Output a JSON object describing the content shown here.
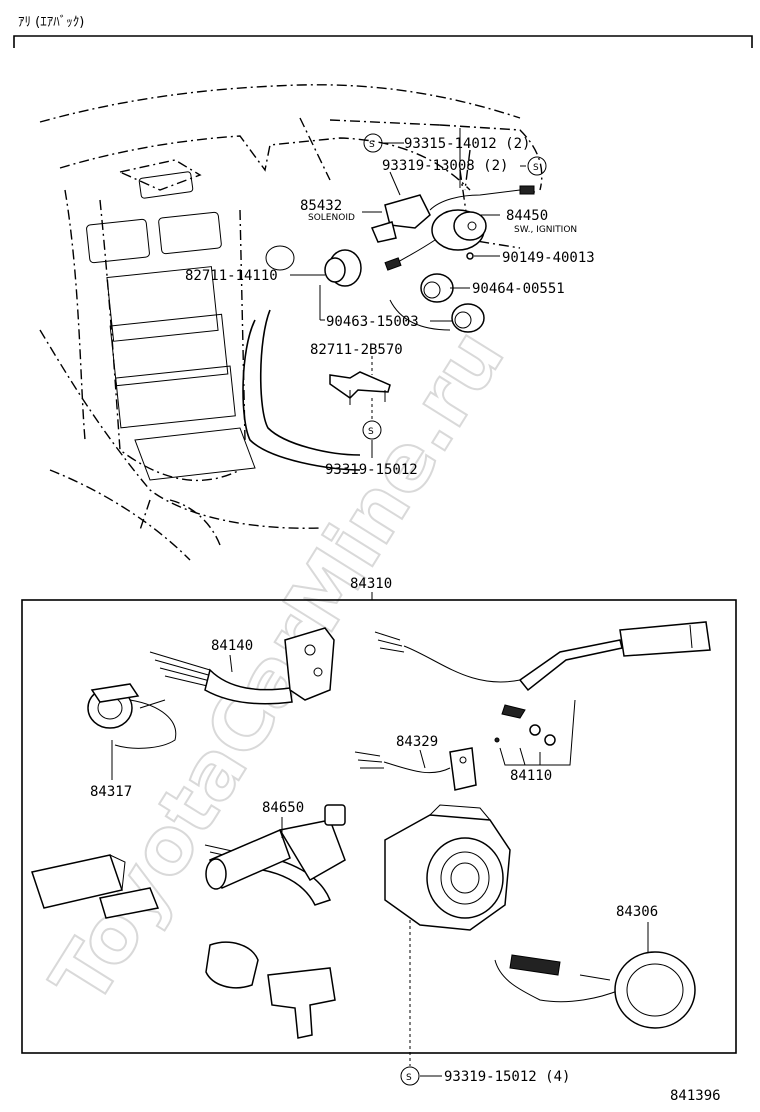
{
  "header": {
    "title": "ｱﾘ (ｴｱﾊﾞｯｸ)"
  },
  "watermark": "ToyotaCarMine.ru",
  "callouts": {
    "p93315": "93315-14012 (2)",
    "p93319a": "93319-13008 (2)",
    "p85432": "85432",
    "solenoid": "SOLENOID",
    "p84450": "84450",
    "sw_ignition": "SW., IGNITION",
    "p82711a": "82711-14110",
    "p90149": "90149-40013",
    "p90464": "90464-00551",
    "p90463": "90463-15003",
    "p82711b": "82711-2B570",
    "p93319b": "93319-15012",
    "p84310": "84310",
    "p84140": "84140",
    "p84329": "84329",
    "p84110": "84110",
    "p84317": "84317",
    "p84650": "84650",
    "p84306": "84306",
    "p93319c": "93319-15012 (4)"
  },
  "symbols": {
    "s": "S"
  },
  "footer": {
    "diagram_no": "841396"
  }
}
